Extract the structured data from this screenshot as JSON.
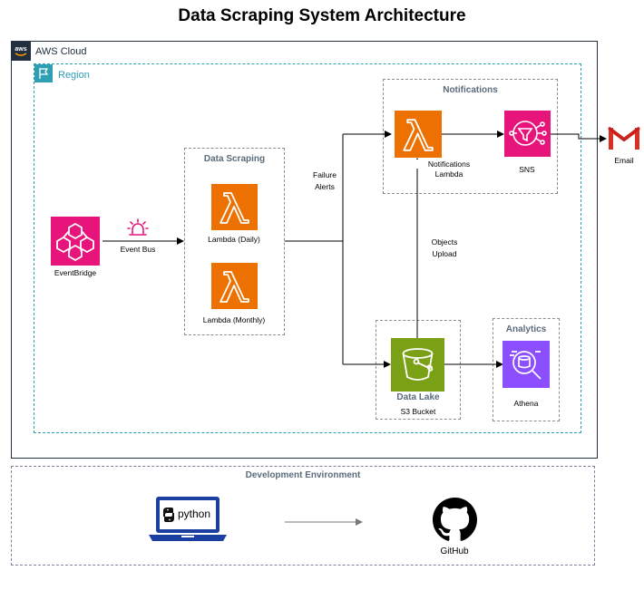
{
  "title": "Data Scraping System Architecture",
  "cloud": {
    "label": "AWS Cloud",
    "logo": "aws"
  },
  "region": {
    "label": "Region"
  },
  "groups": {
    "data_scraping": "Data Scraping",
    "notifications": "Notifications",
    "analytics": "Analytics",
    "development": "Development Environment"
  },
  "nodes": {
    "eventbridge": "EventBridge",
    "event_bus": "Event Bus",
    "lambda_daily": "Lambda (Daily)",
    "lambda_monthly": "Lambda (Monthly)",
    "notifications_lambda_1": "Notifications",
    "notifications_lambda_2": "Lambda",
    "sns": "SNS",
    "email": "Email",
    "data_lake": "Data Lake",
    "s3_bucket": "S3 Bucket",
    "athena": "Athena",
    "python": "python",
    "github": "GitHub"
  },
  "edges": {
    "failure_1": "Failure",
    "failure_2": "Alerts",
    "objects_1": "Objects",
    "objects_2": "Upload"
  },
  "colors": {
    "eventbridge": "#e7157b",
    "lambda": "#ed7100",
    "sns": "#e7157b",
    "s3": "#7aa116",
    "athena": "#8c4fff",
    "laptop": "#1a3fa0",
    "gmail_red": "#d93025"
  }
}
